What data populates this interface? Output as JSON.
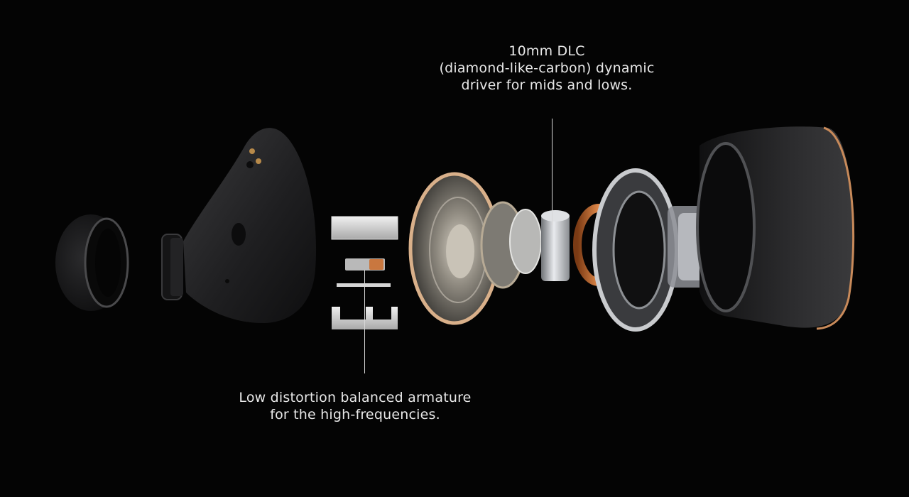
{
  "callouts": {
    "dynamic_driver": {
      "line1": "10mm DLC",
      "line2": "(diamond-like-carbon) dynamic",
      "line3": "driver for mids and lows."
    },
    "balanced_armature": {
      "line1": "Low distortion balanced armature",
      "line2": "for the high-frequencies."
    }
  },
  "colors": {
    "background": "#040404",
    "text": "#e8e8e8",
    "shell": "#2a2a2c",
    "copper": "#c9773f",
    "silver": "#c8c8c8"
  }
}
